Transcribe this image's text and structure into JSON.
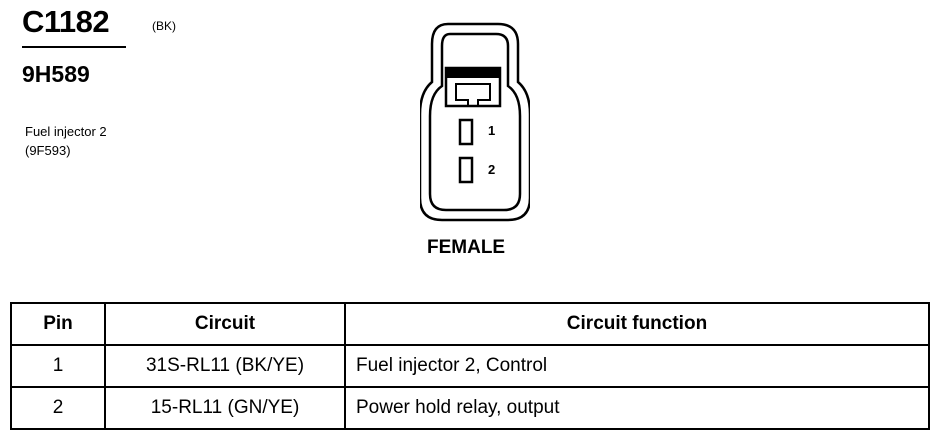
{
  "header": {
    "connector_code": "C1182",
    "color_code": "(BK)",
    "part_number": "9H589",
    "description_line1": "Fuel injector 2",
    "description_line2": "(9F593)"
  },
  "connector": {
    "pin_labels": [
      "1",
      "2"
    ],
    "gender": "FEMALE"
  },
  "table": {
    "headers": [
      "Pin",
      "Circuit",
      "Circuit function"
    ],
    "rows": [
      {
        "pin": "1",
        "circuit": "31S-RL11 (BK/YE)",
        "function": "Fuel injector 2, Control"
      },
      {
        "pin": "2",
        "circuit": "15-RL11 (GN/YE)",
        "function": "Power hold relay, output"
      }
    ]
  }
}
